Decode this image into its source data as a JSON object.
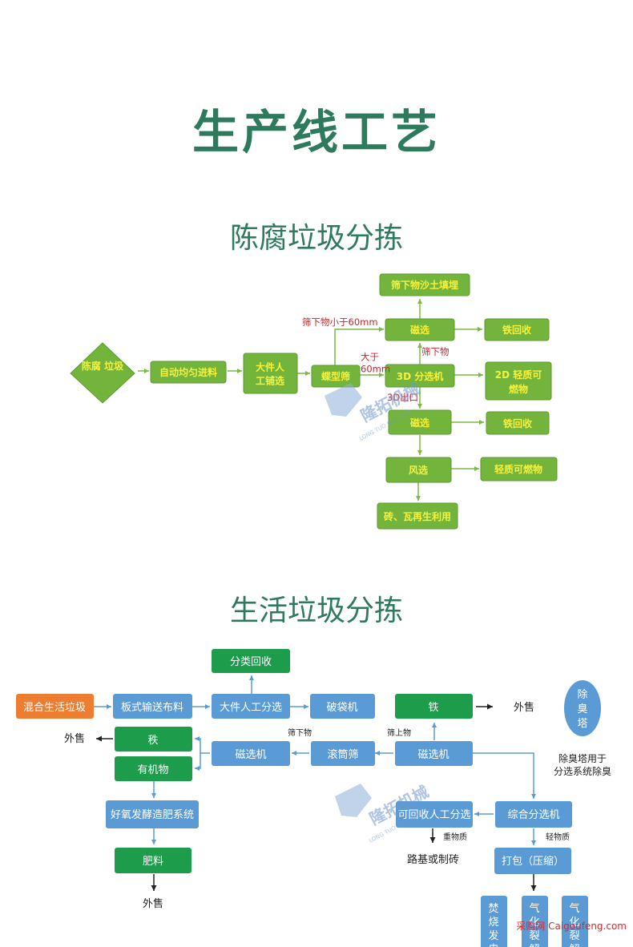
{
  "page": {
    "title": "生产线工艺",
    "section1_title": "陈腐垃圾分拣",
    "section2_title": "生活垃圾分拣"
  },
  "colors": {
    "title_green": "#2e7a5c",
    "box1_green": "#73b53c",
    "box1_text": "#f7f13c",
    "box2_blue": "#5b9bd5",
    "box2_green": "#1d9c4c",
    "box2_orange": "#ed7d31",
    "red_label": "#c0282d"
  },
  "diagram1": {
    "nodes": {
      "chenfu": "陈腐\n垃圾",
      "auto_feed": "自动均匀进料",
      "manual_big": "大件人\n工铺选",
      "butterfly": "蝶型筛",
      "under_fill": "筛下物沙土填埋",
      "magnet1": "磁选",
      "iron1": "铁回收",
      "sep3d": "3D 分选机",
      "light2d": "2D 轻质可\n燃物",
      "magnet2": "磁选",
      "iron2": "铁回收",
      "wind": "风选",
      "light_fuel": "轻质可燃物",
      "brick": "砖、瓦再生利用"
    },
    "labels": {
      "under60": "筛下物小于60mm",
      "over60": "大于\n60mm",
      "under3d": "筛下物",
      "out3d": "3D出口"
    }
  },
  "diagram2": {
    "nodes": {
      "mixed": "混合生活垃圾",
      "conveyor": "板式输送布料",
      "manual_big": "大件人工分选",
      "classify": "分类回收",
      "bag_break": "破袋机",
      "iron": "铁",
      "deodor": "除\n臭\n塔",
      "magnet_r": "磁选机",
      "drum": "滚筒筛",
      "magnet_l": "磁选机",
      "fe": "秩",
      "organic": "有机物",
      "compost": "好氧发酵造肥系统",
      "fertilizer": "肥料",
      "recyclable": "可回收人工分选",
      "combined": "综合分选机",
      "pack": "打包（压缩）",
      "burn": "焚\n烧\n发\n电",
      "gas1": "气\n化\n裂\n解",
      "gas2": "气\n化\n裂\n解"
    },
    "labels": {
      "sell1": "外售",
      "sell2": "外售",
      "sell3": "外售",
      "under": "筛下物",
      "over": "筛上物",
      "deodor_note": "除臭塔用于\n分选系统除臭",
      "heavy": "重物质",
      "light": "轻物质",
      "road": "路基或制砖"
    }
  },
  "watermark": {
    "brand": "隆拓机械",
    "sub": "LONG TUO MACHINE",
    "site": "采购网 Caigoufeng.com"
  }
}
